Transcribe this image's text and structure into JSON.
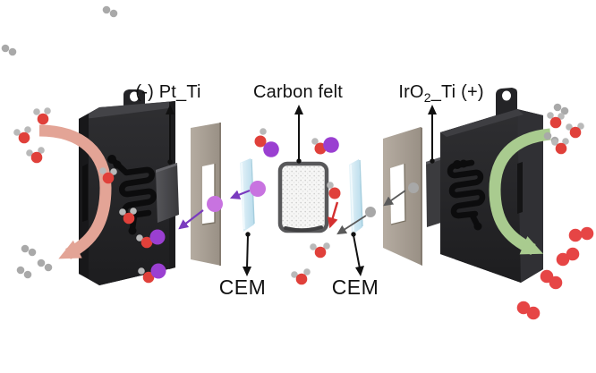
{
  "labels": {
    "cathode_electrode": "(-) Pt_Ti",
    "carbon_felt": "Carbon felt",
    "anode_prefix": "IrO",
    "anode_subscript": "2",
    "anode_suffix": "_Ti (+)",
    "membrane_left": "CEM",
    "membrane_right": "CEM"
  },
  "colors": {
    "water_oxygen": "#e0403a",
    "hydrogen_atom": "#b9b9b9",
    "hydrogen_gas": "#a9a9a9",
    "oxygen_gas": "#e64545",
    "cation_purple": "#9a3fd1",
    "cation_light": "#c873e0",
    "metal_gray": "#a8a8a8",
    "membrane_blue": "#cfe7f2",
    "gasket_tan": "#a69d92",
    "electrode_dark": "#454548",
    "plate_dark": "#242427",
    "felt_border": "#58585a",
    "catholyte_flow": "#e3a496",
    "anolyte_flow": "#a9cb8f",
    "transport_purple": "#7a3bbf",
    "transport_red": "#d42f2f",
    "transport_gray": "#5a5a5a",
    "annotation_black": "#111111"
  }
}
